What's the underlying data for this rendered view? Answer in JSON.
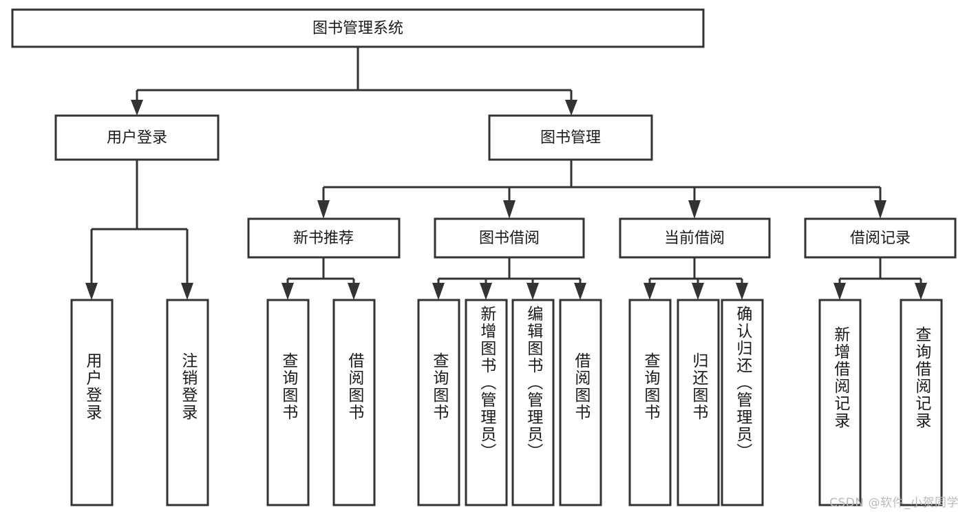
{
  "diagram": {
    "type": "tree",
    "title": "图书管理系统",
    "orientation": "top-down",
    "colors": {
      "box_stroke": "#333333",
      "box_fill": "#ffffff",
      "line": "#333333",
      "text": "#1a1a1a",
      "watermark": "#b9b9b9",
      "background": "#ffffff"
    },
    "root": {
      "label": "图书管理系统"
    },
    "level2": [
      {
        "label": "用户登录"
      },
      {
        "label": "图书管理"
      }
    ],
    "level3": [
      {
        "label": "新书推荐"
      },
      {
        "label": "图书借阅"
      },
      {
        "label": "当前借阅"
      },
      {
        "label": "借阅记录"
      }
    ],
    "leaves": {
      "user_login": [
        {
          "label": "用户登录"
        },
        {
          "label": "注销登录"
        }
      ],
      "new_book_recommend": [
        {
          "label": "查询图书"
        },
        {
          "label": "借阅图书"
        }
      ],
      "book_borrow": [
        {
          "label": "查询图书"
        },
        {
          "label": "新增图书（管理员）"
        },
        {
          "label": "编辑图书（管理员）"
        },
        {
          "label": "借阅图书"
        }
      ],
      "current_borrow": [
        {
          "label": "查询图书"
        },
        {
          "label": "归还图书"
        },
        {
          "label": "确认归还（管理员）"
        }
      ],
      "borrow_record": [
        {
          "label": "新增借阅记录"
        },
        {
          "label": "查询借阅记录"
        }
      ]
    }
  },
  "watermark": {
    "text": "CSDN @软件_小贺同学"
  }
}
